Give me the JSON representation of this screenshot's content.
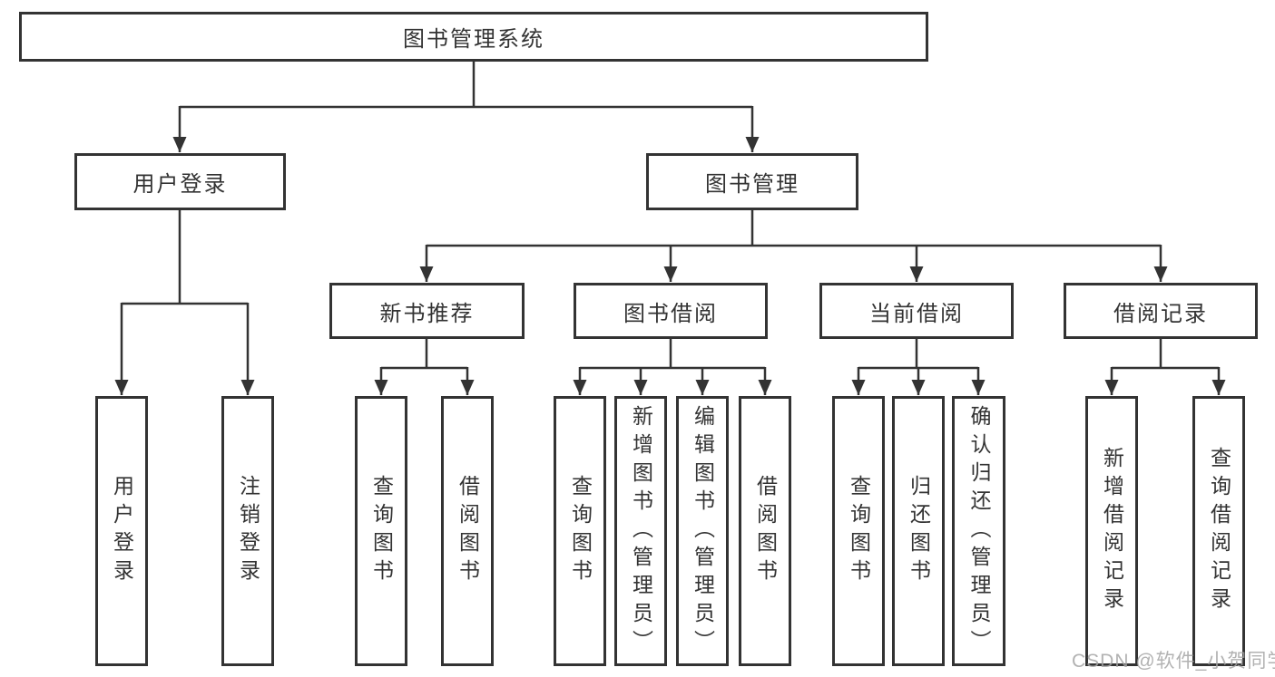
{
  "page": {
    "background_color": "#ffffff",
    "line_color": "#333333",
    "text_color": "#333333"
  },
  "watermark": {
    "text": "CSDN @软件_小贺同学",
    "color": "#a5a5a5"
  },
  "tree": {
    "root": {
      "label": "图书管理系统"
    },
    "branches": [
      {
        "label": "用户登录",
        "children": [
          {
            "label": "用户登录"
          },
          {
            "label": "注销登录"
          }
        ]
      },
      {
        "label": "图书管理",
        "children": [
          {
            "label": "新书推荐",
            "children": [
              {
                "label": "查询图书"
              },
              {
                "label": "借阅图书"
              }
            ]
          },
          {
            "label": "图书借阅",
            "children": [
              {
                "label": "查询图书"
              },
              {
                "label": "新增图书（管理员）"
              },
              {
                "label": "编辑图书（管理员）"
              },
              {
                "label": "借阅图书"
              }
            ]
          },
          {
            "label": "当前借阅",
            "children": [
              {
                "label": "查询图书"
              },
              {
                "label": "归还图书"
              },
              {
                "label": "确认归还（管理员）"
              }
            ]
          },
          {
            "label": "借阅记录",
            "children": [
              {
                "label": "新增借阅记录"
              },
              {
                "label": "查询借阅记录"
              }
            ]
          }
        ]
      }
    ]
  }
}
